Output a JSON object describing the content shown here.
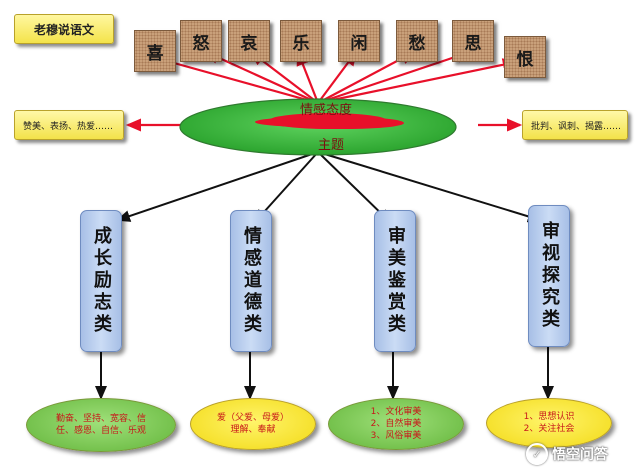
{
  "title": "老穆说语文",
  "emotions": [
    "喜",
    "怒",
    "哀",
    "乐",
    "闲",
    "愁",
    "思",
    "恨"
  ],
  "center": {
    "line1": "情感态度",
    "line2": "主题"
  },
  "left_box": "赞美、表扬、热爱……",
  "right_box": "批判、讽刺、揭露……",
  "categories": [
    "成长励志类",
    "情感道德类",
    "审美鉴赏类",
    "审视探究类"
  ],
  "outcomes": [
    {
      "lines": [
        "勤奋、坚持、宽容、信",
        "任、感恩、自信、乐观"
      ],
      "style": "green"
    },
    {
      "lines": [
        "爱（父爱、母爱）",
        "理解、奉献"
      ],
      "style": "yellow"
    },
    {
      "lines": [
        "1、文化审美",
        "2、自然审美",
        "3、风俗审美"
      ],
      "style": "green"
    },
    {
      "lines": [
        "1、思想认识",
        "2、关注社会"
      ],
      "style": "yellow"
    }
  ],
  "watermark": "悟空问答",
  "colors": {
    "red_arrow": "#e8102a",
    "black_arrow": "#111111",
    "center_fill": "#3cbf3c"
  }
}
